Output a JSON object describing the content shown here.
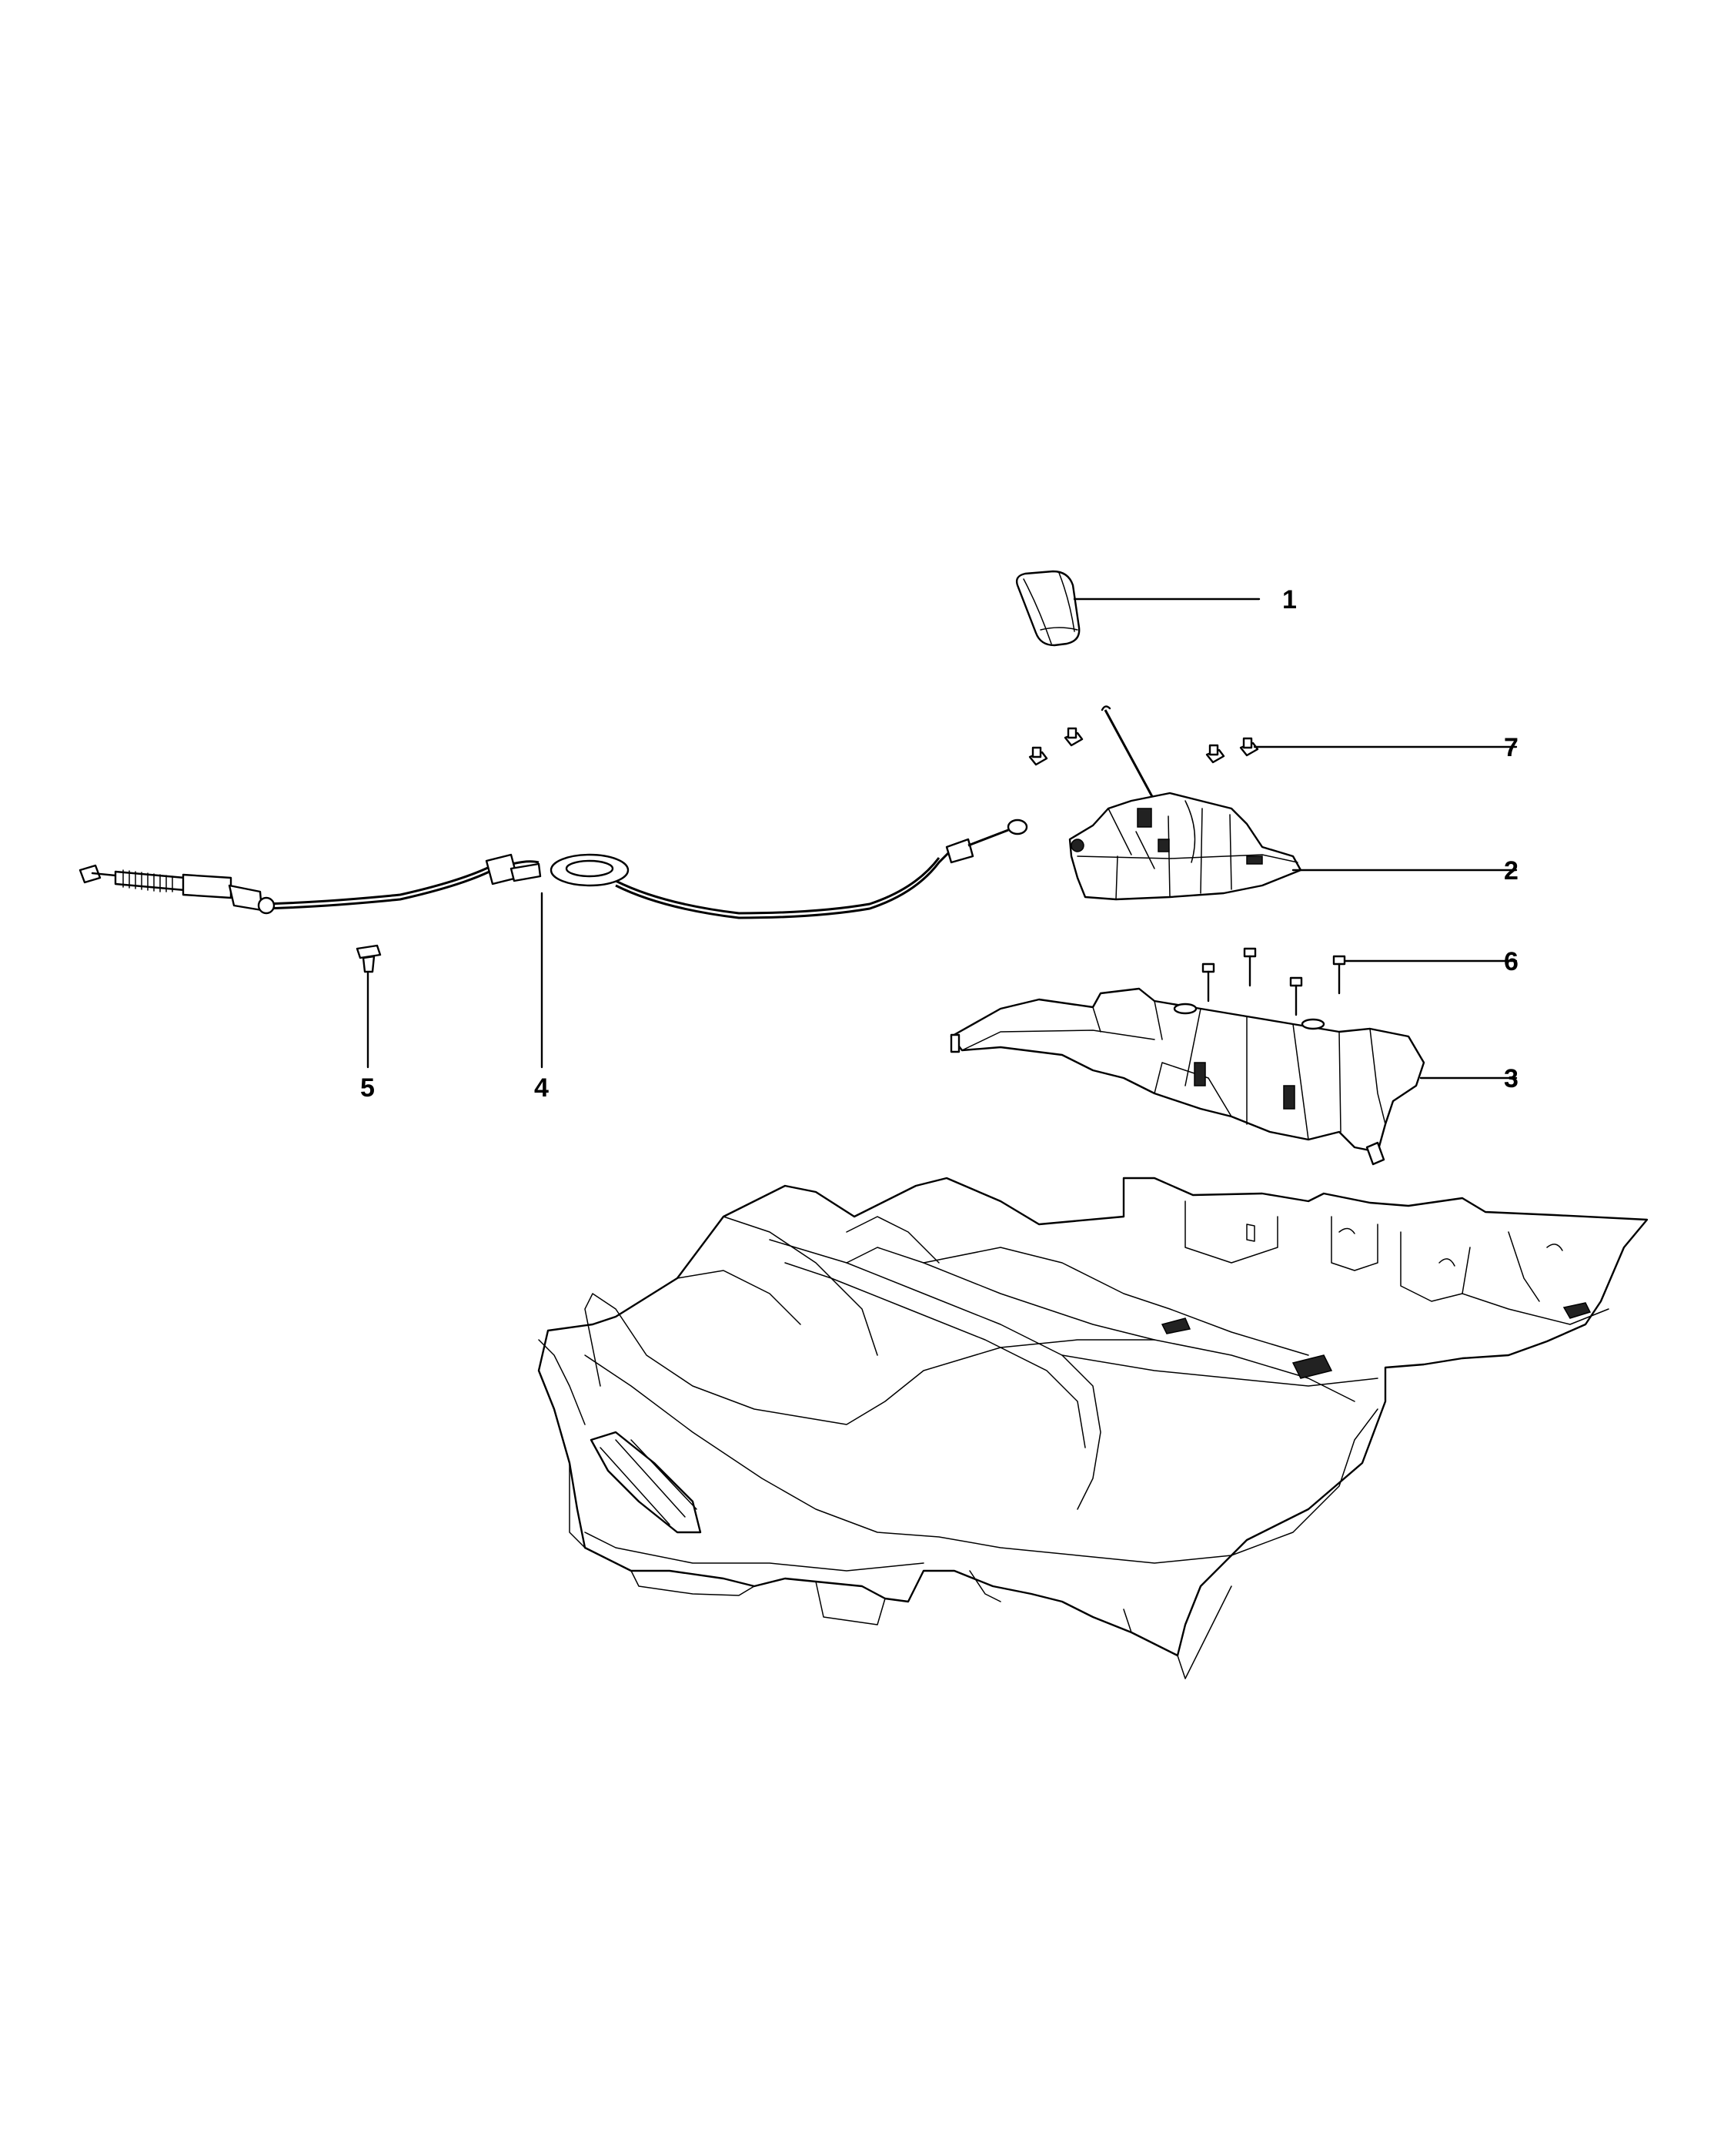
{
  "callouts": [
    {
      "id": "1",
      "label": "1"
    },
    {
      "id": "2",
      "label": "2"
    },
    {
      "id": "3",
      "label": "3"
    },
    {
      "id": "4",
      "label": "4"
    },
    {
      "id": "5",
      "label": "5"
    },
    {
      "id": "6",
      "label": "6"
    },
    {
      "id": "7",
      "label": "7"
    }
  ],
  "parts": [
    "shift-knob",
    "shifter-assembly",
    "shifter-bracket",
    "shift-cable",
    "push-pin-retainer",
    "bolts",
    "nuts",
    "floor-pan"
  ]
}
